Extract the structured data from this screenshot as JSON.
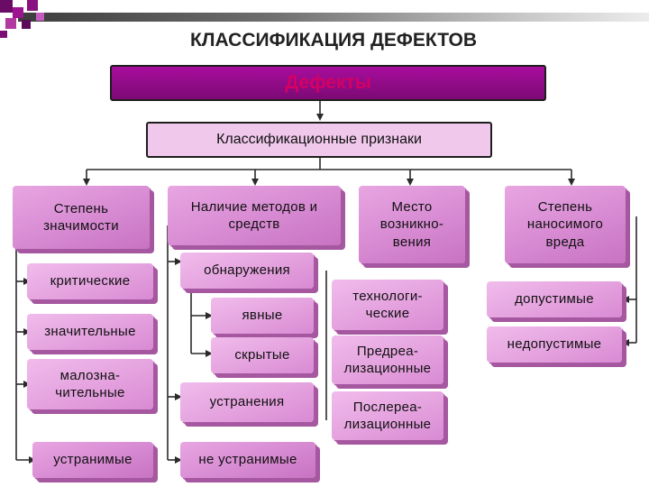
{
  "title": "КЛАССИФИКАЦИЯ ДЕФЕКТОВ",
  "root": "Дефекты",
  "features": "Классификационные признаки",
  "colors": {
    "root_fill": "#8e0b86",
    "root_text": "#d60064",
    "box_fill": "#d78ad2",
    "box_shadow": "#a557a0",
    "feature_fill": "#f0c8ec",
    "connector": "#2a2a2a"
  },
  "groups": {
    "significance": {
      "header": "Степень значимости",
      "items": [
        "критические",
        "значительные",
        "малозна-чительные",
        "устранимые"
      ]
    },
    "methods": {
      "header": "Наличие методов и средств",
      "detection": "обнаружения",
      "detection_items": [
        "явные",
        "скрытые"
      ],
      "elimination": "устранения",
      "elimination_items": [
        "не устранимые"
      ]
    },
    "origin": {
      "header": "Место возникно-вения",
      "items": [
        "технологи-ческие",
        "Предреа-лизационные",
        "Послереа-лизационные"
      ]
    },
    "harm": {
      "header": "Степень наносимого вреда",
      "items": [
        "допустимые",
        "недопустимые"
      ]
    }
  }
}
